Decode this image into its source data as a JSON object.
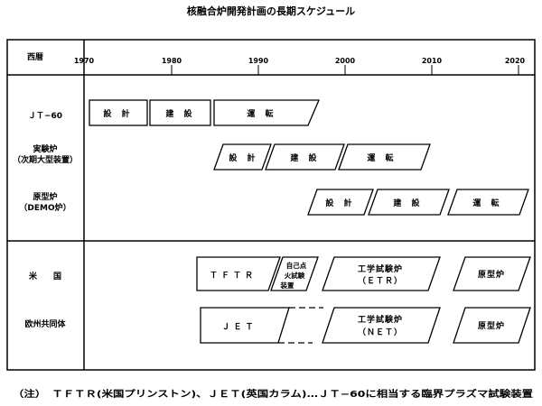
{
  "title": "核融合炉開発計画の長期スケジュール",
  "header_label": "西暦",
  "years": [
    "1970",
    "1980",
    "1990",
    "2000",
    "2010",
    "2020"
  ],
  "rows": {
    "jt60": "ＪＴ−60",
    "jikken_1": "実験炉",
    "jikken_2": "（次期大型装置）",
    "genkei_1": "原型炉",
    "genkei_2": "（DEMO炉）",
    "usa": "米　　国",
    "eu": "欧州共同体"
  },
  "bars": {
    "sekkei": "設 計",
    "kensetsu": "建 設",
    "unten": "運 転",
    "tftr": "ＴＦＴＲ",
    "jiko_1": "自己点",
    "jiko_2": "火試験",
    "jiko_3": "装置",
    "etr_1": "工学試験炉",
    "etr_2": "（ＥＴＲ）",
    "net_1": "工学試験炉",
    "net_2": "（ＮＥＴ）",
    "genkeiro": "原型炉",
    "jet": "ＪＥＴ"
  },
  "note": "（注）　ＴＦＴＲ(米国プリンストン)、ＪＥＴ(英国カラム)…ＪＴ−60に相当する臨界プラズマ試験装置"
}
